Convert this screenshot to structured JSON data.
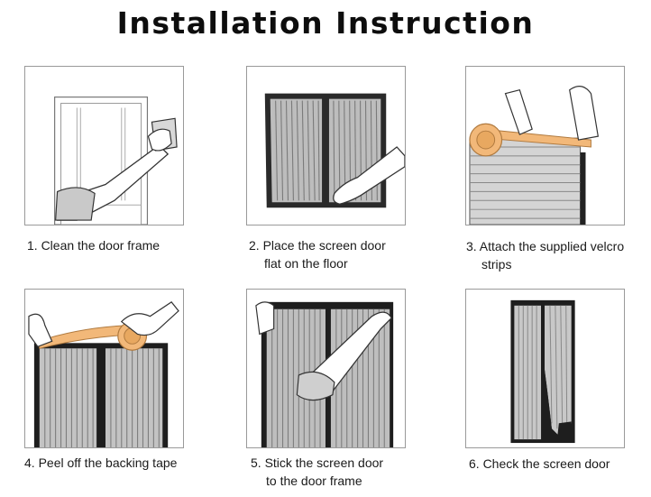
{
  "title": "Installation Instruction",
  "steps": [
    {
      "line1": "1. Clean the door frame",
      "line2": ""
    },
    {
      "line1": "2. Place the screen door",
      "line2": "flat on the floor"
    },
    {
      "line1": "3. Attach the supplied velcro",
      "line2": "strips"
    },
    {
      "line1": "4. Peel off the backing tape",
      "line2": ""
    },
    {
      "line1": "5. Stick the screen door",
      "line2": "to the door frame"
    },
    {
      "line1": "6. Check the screen door",
      "line2": ""
    }
  ],
  "colors": {
    "velcro_tape": "#f2b879",
    "screen_mesh": "#9d9d9d",
    "frame": "#1a1a1a",
    "panel_border": "#9a9a9a"
  }
}
